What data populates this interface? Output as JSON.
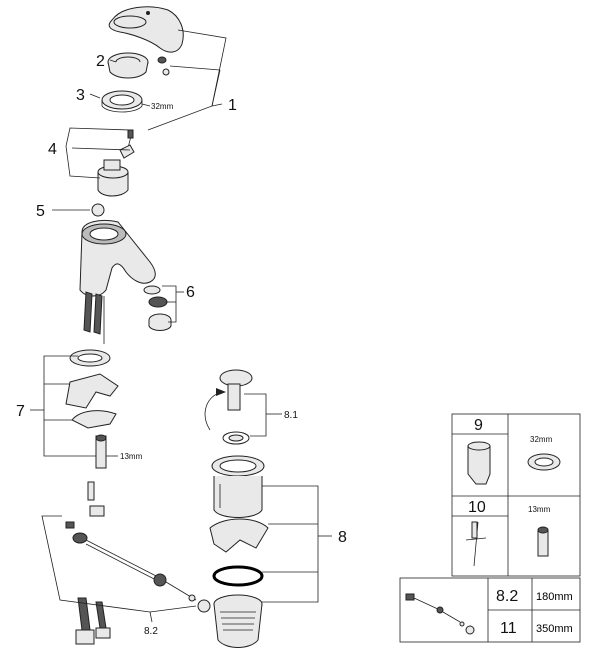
{
  "callouts": {
    "c1": "1",
    "c2": "2",
    "c3": "3",
    "c4": "4",
    "c5": "5",
    "c6": "6",
    "c7": "7",
    "c8": "8",
    "c81": "8.1",
    "c82": "8.2"
  },
  "dims": {
    "ring_3": "32mm",
    "key_7": "13mm"
  },
  "tools_table": {
    "r9": {
      "num": "9",
      "dim": "32mm"
    },
    "r10": {
      "num": "10",
      "dim": "13mm"
    }
  },
  "rod_table": {
    "row1": {
      "num": "8.2",
      "len": "180mm"
    },
    "row2": {
      "num": "11",
      "len": "350mm"
    }
  }
}
